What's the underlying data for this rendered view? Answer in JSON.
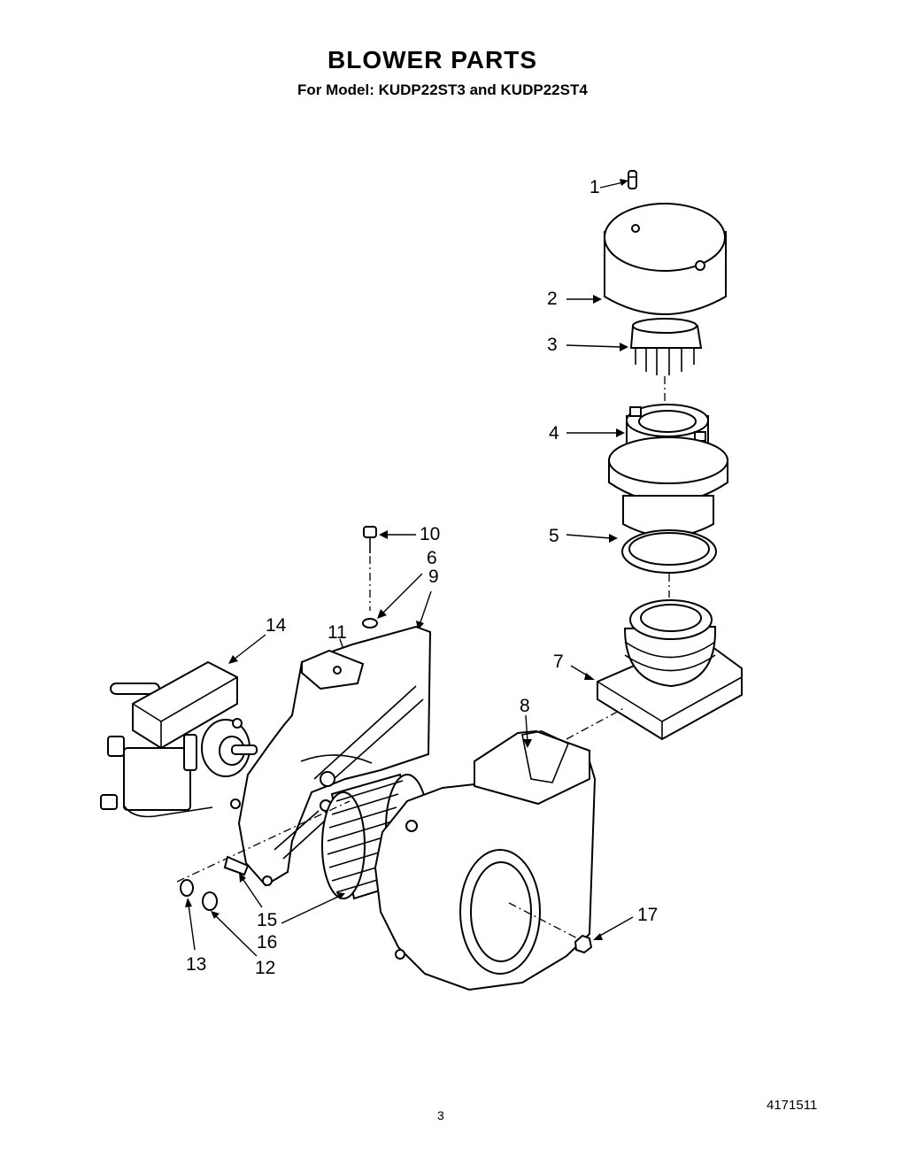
{
  "title": "BLOWER PARTS",
  "subtitle": "For Model: KUDP22ST3 and KUDP22ST4",
  "page_number": "3",
  "document_id": "4171511",
  "callouts": [
    "1",
    "2",
    "3",
    "4",
    "5",
    "6",
    "7",
    "8",
    "9",
    "10",
    "11",
    "12",
    "13",
    "14",
    "15",
    "16",
    "17"
  ]
}
